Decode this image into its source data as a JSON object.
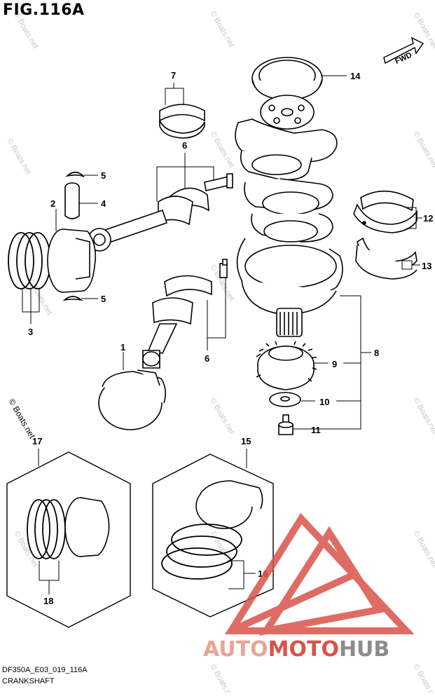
{
  "figure": {
    "title": "FIG.116A",
    "code": "DF350A_E03_019_116A",
    "name": "CRANKSHAFT"
  },
  "direction_label": "FWD",
  "watermark_text": "© Boats.net",
  "callouts": [
    "1",
    "2",
    "3",
    "4",
    "5",
    "5",
    "6",
    "6",
    "7",
    "8",
    "9",
    "10",
    "11",
    "12",
    "13",
    "14",
    "15",
    "16",
    "17",
    "18"
  ],
  "brand": {
    "part_a": "AUTO",
    "part_b": "MOTO",
    "part_c": "HUB",
    "color_a": "#e8a497",
    "color_b": "#d9534a",
    "color_c": "#8c8c8c"
  },
  "colors": {
    "line": "#000000",
    "watermark": "#c8c8c8",
    "logo_red": "#d9534a"
  }
}
